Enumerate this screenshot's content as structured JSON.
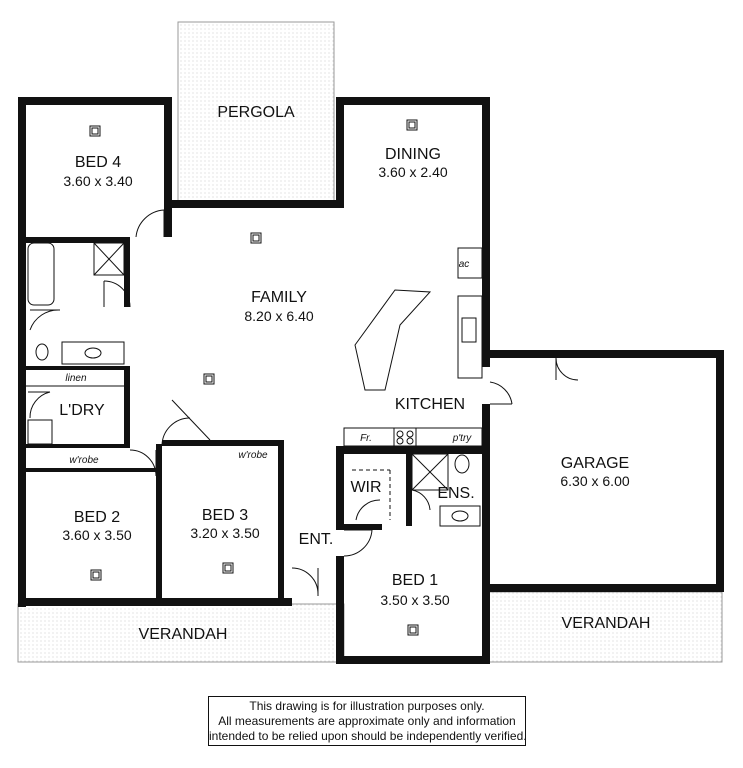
{
  "rooms": {
    "pergola": {
      "name": "PERGOLA"
    },
    "dining": {
      "name": "DINING",
      "dim": "3.60 x 2.40"
    },
    "bed4": {
      "name": "BED 4",
      "dim": "3.60 x 3.40"
    },
    "family": {
      "name": "FAMILY",
      "dim": "8.20 x 6.40"
    },
    "kitchen": {
      "name": "KITCHEN"
    },
    "garage": {
      "name": "GARAGE",
      "dim": "6.30 x 6.00"
    },
    "ldry": {
      "name": "L'DRY"
    },
    "bed2": {
      "name": "BED 2",
      "dim": "3.60 x 3.50"
    },
    "bed3": {
      "name": "BED 3",
      "dim": "3.20 x 3.50"
    },
    "wir": {
      "name": "WIR"
    },
    "ens": {
      "name": "ENS."
    },
    "ent": {
      "name": "ENT."
    },
    "bed1": {
      "name": "BED 1",
      "dim": "3.50 x 3.50"
    },
    "verandah_left": {
      "name": "VERANDAH"
    },
    "verandah_right": {
      "name": "VERANDAH"
    }
  },
  "fixtures": {
    "linen": "linen",
    "wrobe_left": "w'robe",
    "wrobe_bed3": "w'robe",
    "ac": "ac",
    "fridge": "Fr.",
    "pantry": "p'try"
  },
  "disclaimer": {
    "line1": "This drawing is for illustration purposes only.",
    "line2": "All measurements are approximate only and information",
    "line3": "intended to be relied upon should be independently verified."
  }
}
